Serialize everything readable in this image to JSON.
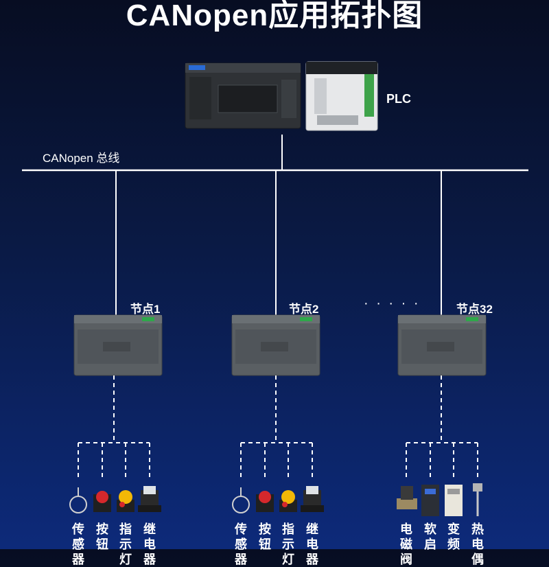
{
  "title": "CANopen应用拓扑图",
  "bus_label": "CANopen 总线",
  "plc_label": "PLC",
  "nodes": [
    {
      "label": "节点1",
      "devices": [
        "传感器",
        "按钮",
        "指示灯",
        "继电器"
      ]
    },
    {
      "label": "节点2",
      "devices": [
        "传感器",
        "按钮",
        "指示灯",
        "继电器"
      ]
    },
    {
      "label": "节点32",
      "devices": [
        "电磁阀",
        "软启",
        "变频",
        "热电偶"
      ]
    }
  ],
  "ellipsis": "· · · · ·",
  "colors": {
    "background_top": "#070d22",
    "background_bottom": "#0d2a7a",
    "line": "#ffffff",
    "module": "#5a5f63"
  }
}
